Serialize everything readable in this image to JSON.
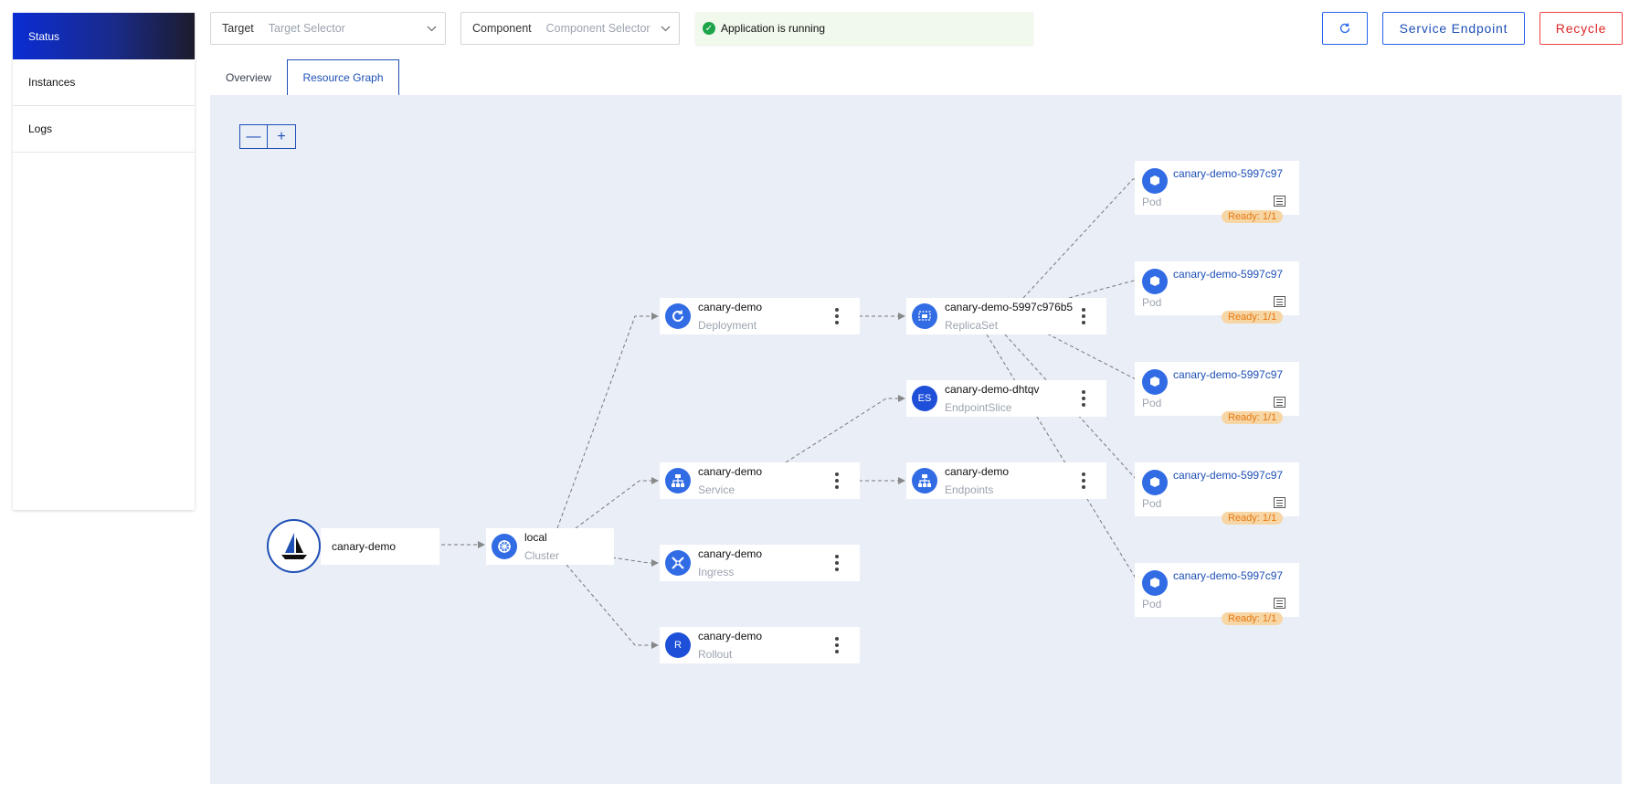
{
  "sidebar": {
    "items": [
      {
        "label": "Status"
      },
      {
        "label": "Instances"
      },
      {
        "label": "Logs"
      }
    ]
  },
  "topbar": {
    "target_label": "Target",
    "target_placeholder": "Target Selector",
    "component_label": "Component",
    "component_placeholder": "Component Selector",
    "status_text": "Application is running",
    "service_endpoint_label": "Service Endpoint",
    "recycle_label": "Recycle"
  },
  "tabs": [
    {
      "label": "Overview"
    },
    {
      "label": "Resource Graph"
    }
  ],
  "graph": {
    "app": {
      "name": "canary-demo"
    },
    "cluster": {
      "name": "local",
      "kind": "Cluster"
    },
    "resources": [
      {
        "name": "canary-demo",
        "kind": "Deployment"
      },
      {
        "name": "canary-demo",
        "kind": "Service"
      },
      {
        "name": "canary-demo",
        "kind": "Ingress"
      },
      {
        "name": "canary-demo",
        "kind": "Rollout",
        "icon_text": "R"
      },
      {
        "name": "canary-demo-5997c976b5",
        "kind": "ReplicaSet"
      },
      {
        "name": "canary-demo-dhtqv",
        "kind": "EndpointSlice",
        "icon_text": "ES"
      },
      {
        "name": "canary-demo",
        "kind": "Endpoints"
      }
    ],
    "pods": [
      {
        "name": "canary-demo-5997c97",
        "kind": "Pod",
        "ready": "Ready: 1/1"
      },
      {
        "name": "canary-demo-5997c97",
        "kind": "Pod",
        "ready": "Ready: 1/1"
      },
      {
        "name": "canary-demo-5997c97",
        "kind": "Pod",
        "ready": "Ready: 1/1"
      },
      {
        "name": "canary-demo-5997c97",
        "kind": "Pod",
        "ready": "Ready: 1/1"
      },
      {
        "name": "canary-demo-5997c97",
        "kind": "Pod",
        "ready": "Ready: 1/1"
      }
    ]
  },
  "colors": {
    "accent": "#1e4fb5",
    "k8s_blue": "#326ce5",
    "danger": "#dc2626",
    "success": "#1ea54c",
    "canvas": "#e9eef7",
    "ready_bg": "#f7d6a6",
    "ready_fg": "#e6780f"
  }
}
